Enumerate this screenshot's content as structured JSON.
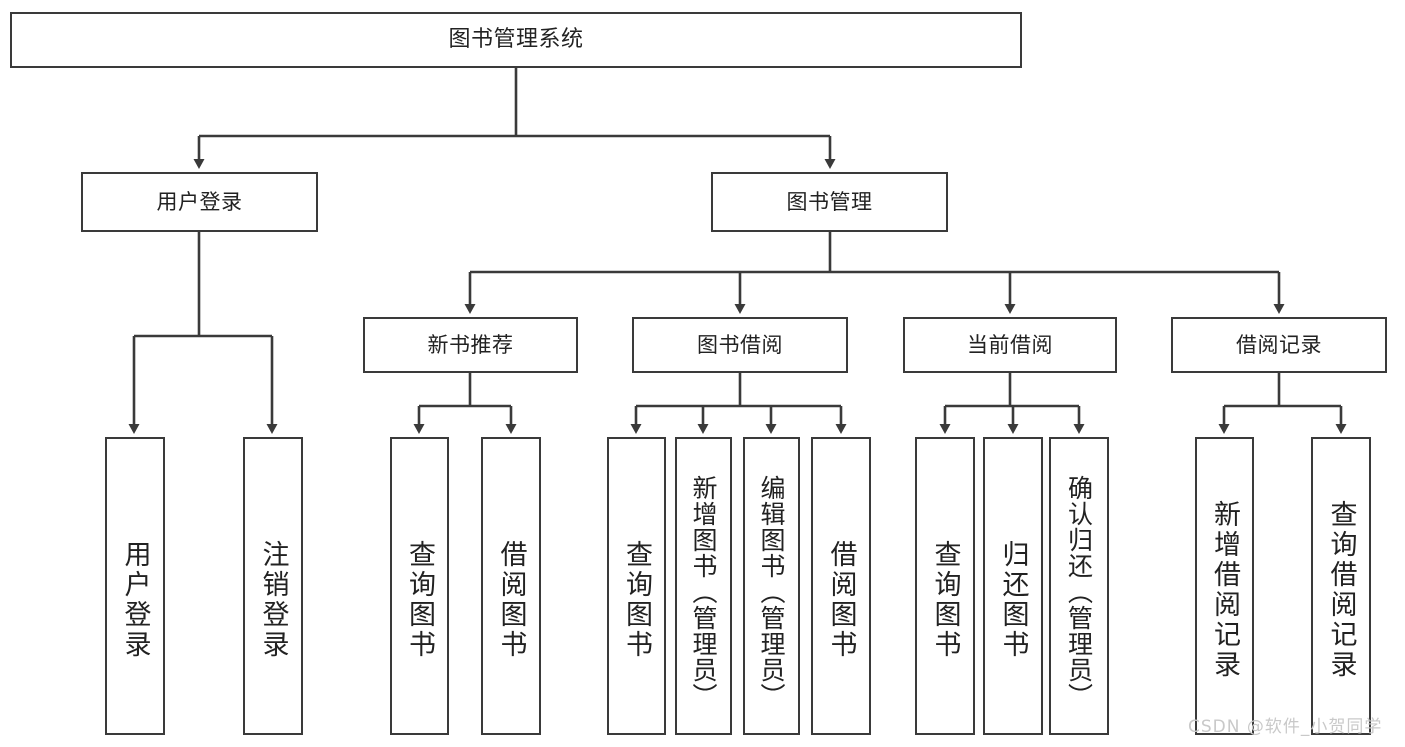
{
  "diagram": {
    "title": "图书管理系统",
    "type": "tree",
    "watermark": "CSDN @软件_小贺同学",
    "colors": {
      "background": "#ffffff",
      "stroke": "#3a3a3a",
      "text": "#222222",
      "watermark": "#c9c9c9"
    },
    "nodes": {
      "root": "图书管理系统",
      "level1": {
        "user_login": "用户登录",
        "book_manage": "图书管理"
      },
      "level2": {
        "new_book_rec": "新书推荐",
        "book_borrow": "图书借阅",
        "current_borrow": "当前借阅",
        "borrow_record": "借阅记录"
      },
      "leaves": {
        "user_login_1": "用户登录",
        "user_login_2": "注销登录",
        "new_book_rec_1": "查询图书",
        "new_book_rec_2": "借阅图书",
        "book_borrow_1": "查询图书",
        "book_borrow_2": "新增图书（管理员）",
        "book_borrow_3": "编辑图书（管理员）",
        "book_borrow_4": "借阅图书",
        "current_borrow_1": "查询图书",
        "current_borrow_2": "归还图书",
        "current_borrow_3": "确认归还（管理员）",
        "borrow_record_1": "新增借阅记录",
        "borrow_record_2": "查询借阅记录"
      }
    },
    "edges": [
      {
        "from": "root",
        "to": "user_login"
      },
      {
        "from": "root",
        "to": "book_manage"
      },
      {
        "from": "user_login",
        "to": "user_login_1"
      },
      {
        "from": "user_login",
        "to": "user_login_2"
      },
      {
        "from": "book_manage",
        "to": "new_book_rec"
      },
      {
        "from": "book_manage",
        "to": "book_borrow"
      },
      {
        "from": "book_manage",
        "to": "current_borrow"
      },
      {
        "from": "book_manage",
        "to": "borrow_record"
      },
      {
        "from": "new_book_rec",
        "to": "new_book_rec_1"
      },
      {
        "from": "new_book_rec",
        "to": "new_book_rec_2"
      },
      {
        "from": "book_borrow",
        "to": "book_borrow_1"
      },
      {
        "from": "book_borrow",
        "to": "book_borrow_2"
      },
      {
        "from": "book_borrow",
        "to": "book_borrow_3"
      },
      {
        "from": "book_borrow",
        "to": "book_borrow_4"
      },
      {
        "from": "current_borrow",
        "to": "current_borrow_1"
      },
      {
        "from": "current_borrow",
        "to": "current_borrow_2"
      },
      {
        "from": "current_borrow",
        "to": "current_borrow_3"
      },
      {
        "from": "borrow_record",
        "to": "borrow_record_1"
      },
      {
        "from": "borrow_record",
        "to": "borrow_record_2"
      }
    ]
  }
}
